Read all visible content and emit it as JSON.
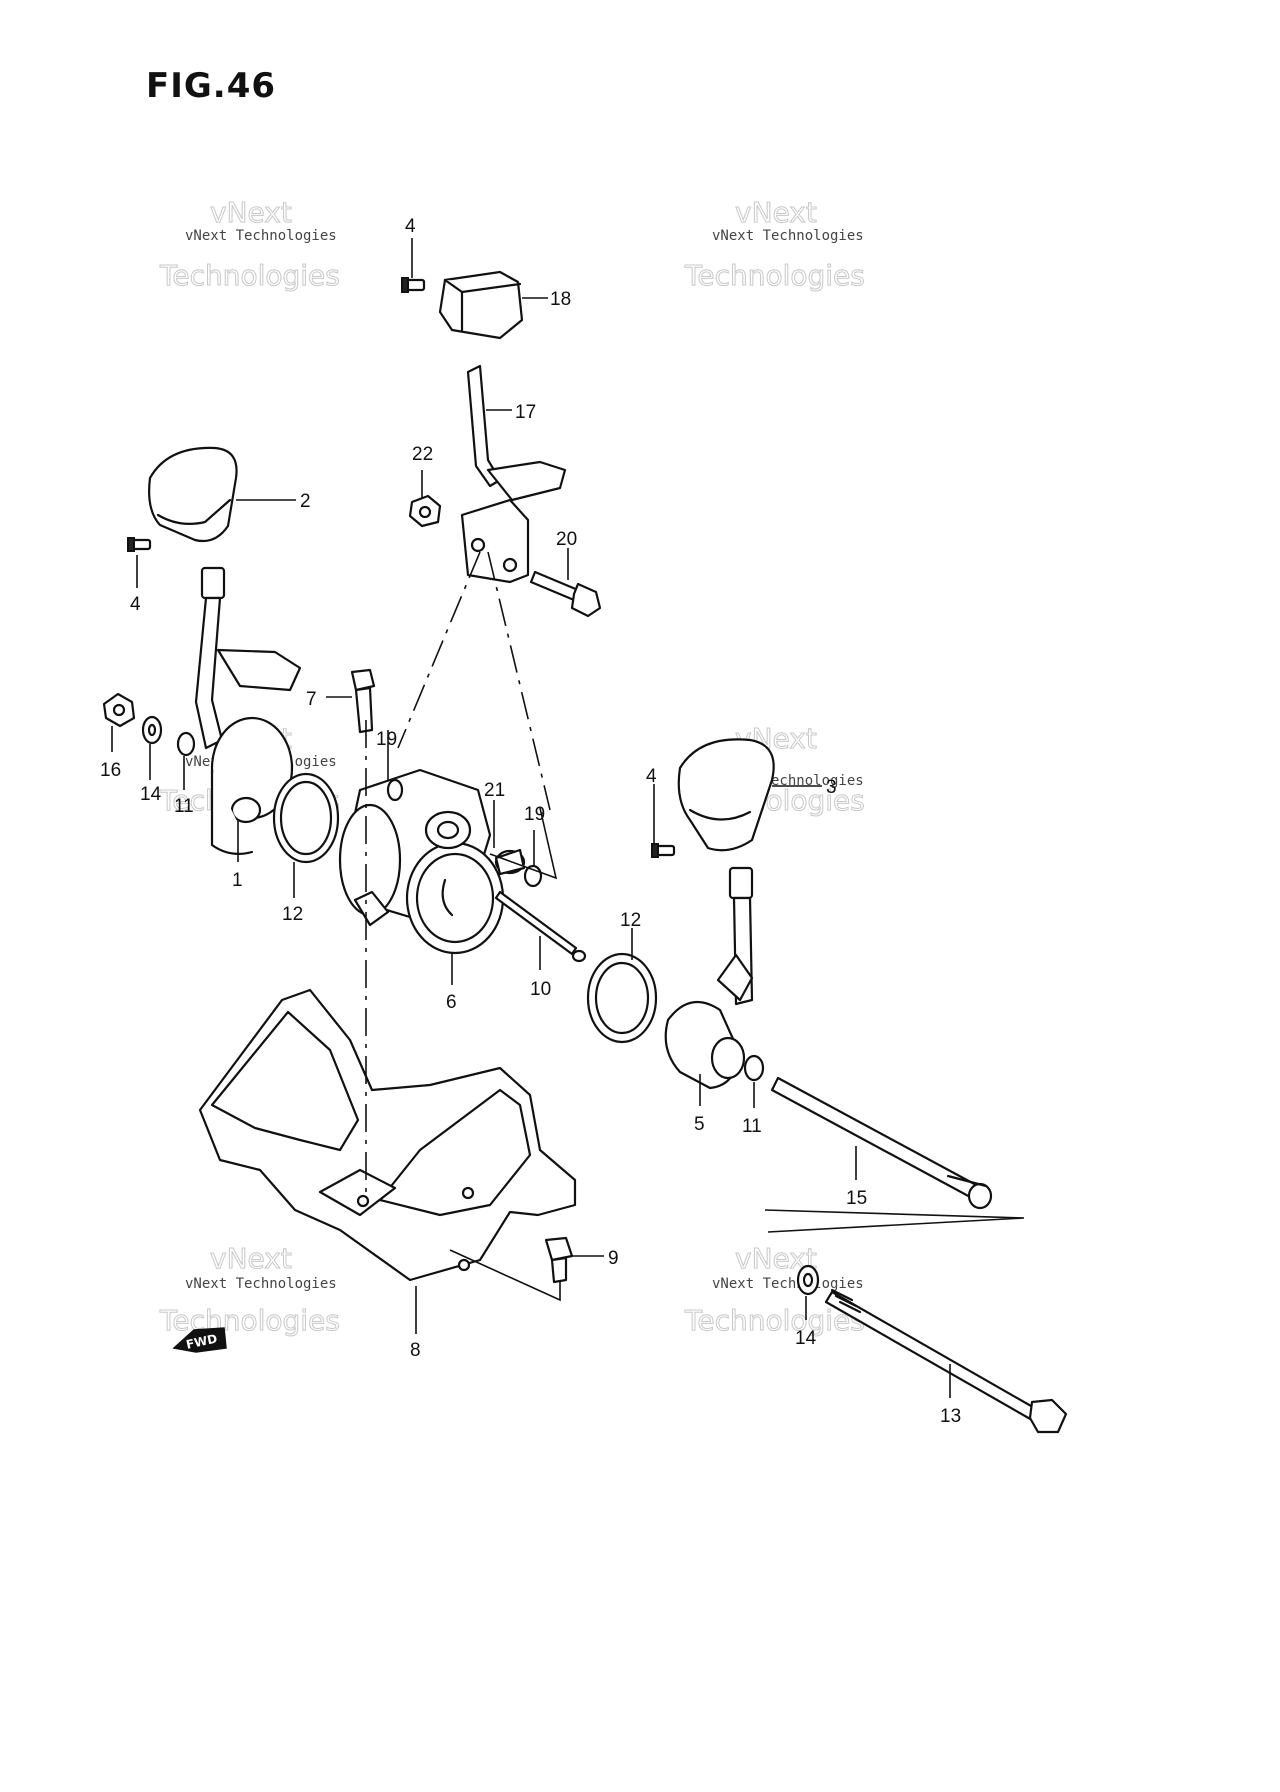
{
  "figure": {
    "title": "FIG.46"
  },
  "watermark": {
    "line1": "vNext Technologies",
    "line2": "vNext",
    "line3": "Technologies"
  },
  "fwd_badge": {
    "label": "FWD"
  },
  "callouts": {
    "c1": "1",
    "c2": "2",
    "c3": "3",
    "c4a": "4",
    "c4b": "4",
    "c4c": "4",
    "c5": "5",
    "c6": "6",
    "c7": "7",
    "c8": "8",
    "c9": "9",
    "c10": "10",
    "c11a": "11",
    "c11b": "11",
    "c12a": "12",
    "c12b": "12",
    "c13": "13",
    "c14a": "14",
    "c14b": "14",
    "c15": "15",
    "c16": "16",
    "c17": "17",
    "c18": "18",
    "c19a": "19",
    "c19b": "19",
    "c20": "20",
    "c21": "21",
    "c22": "22"
  }
}
